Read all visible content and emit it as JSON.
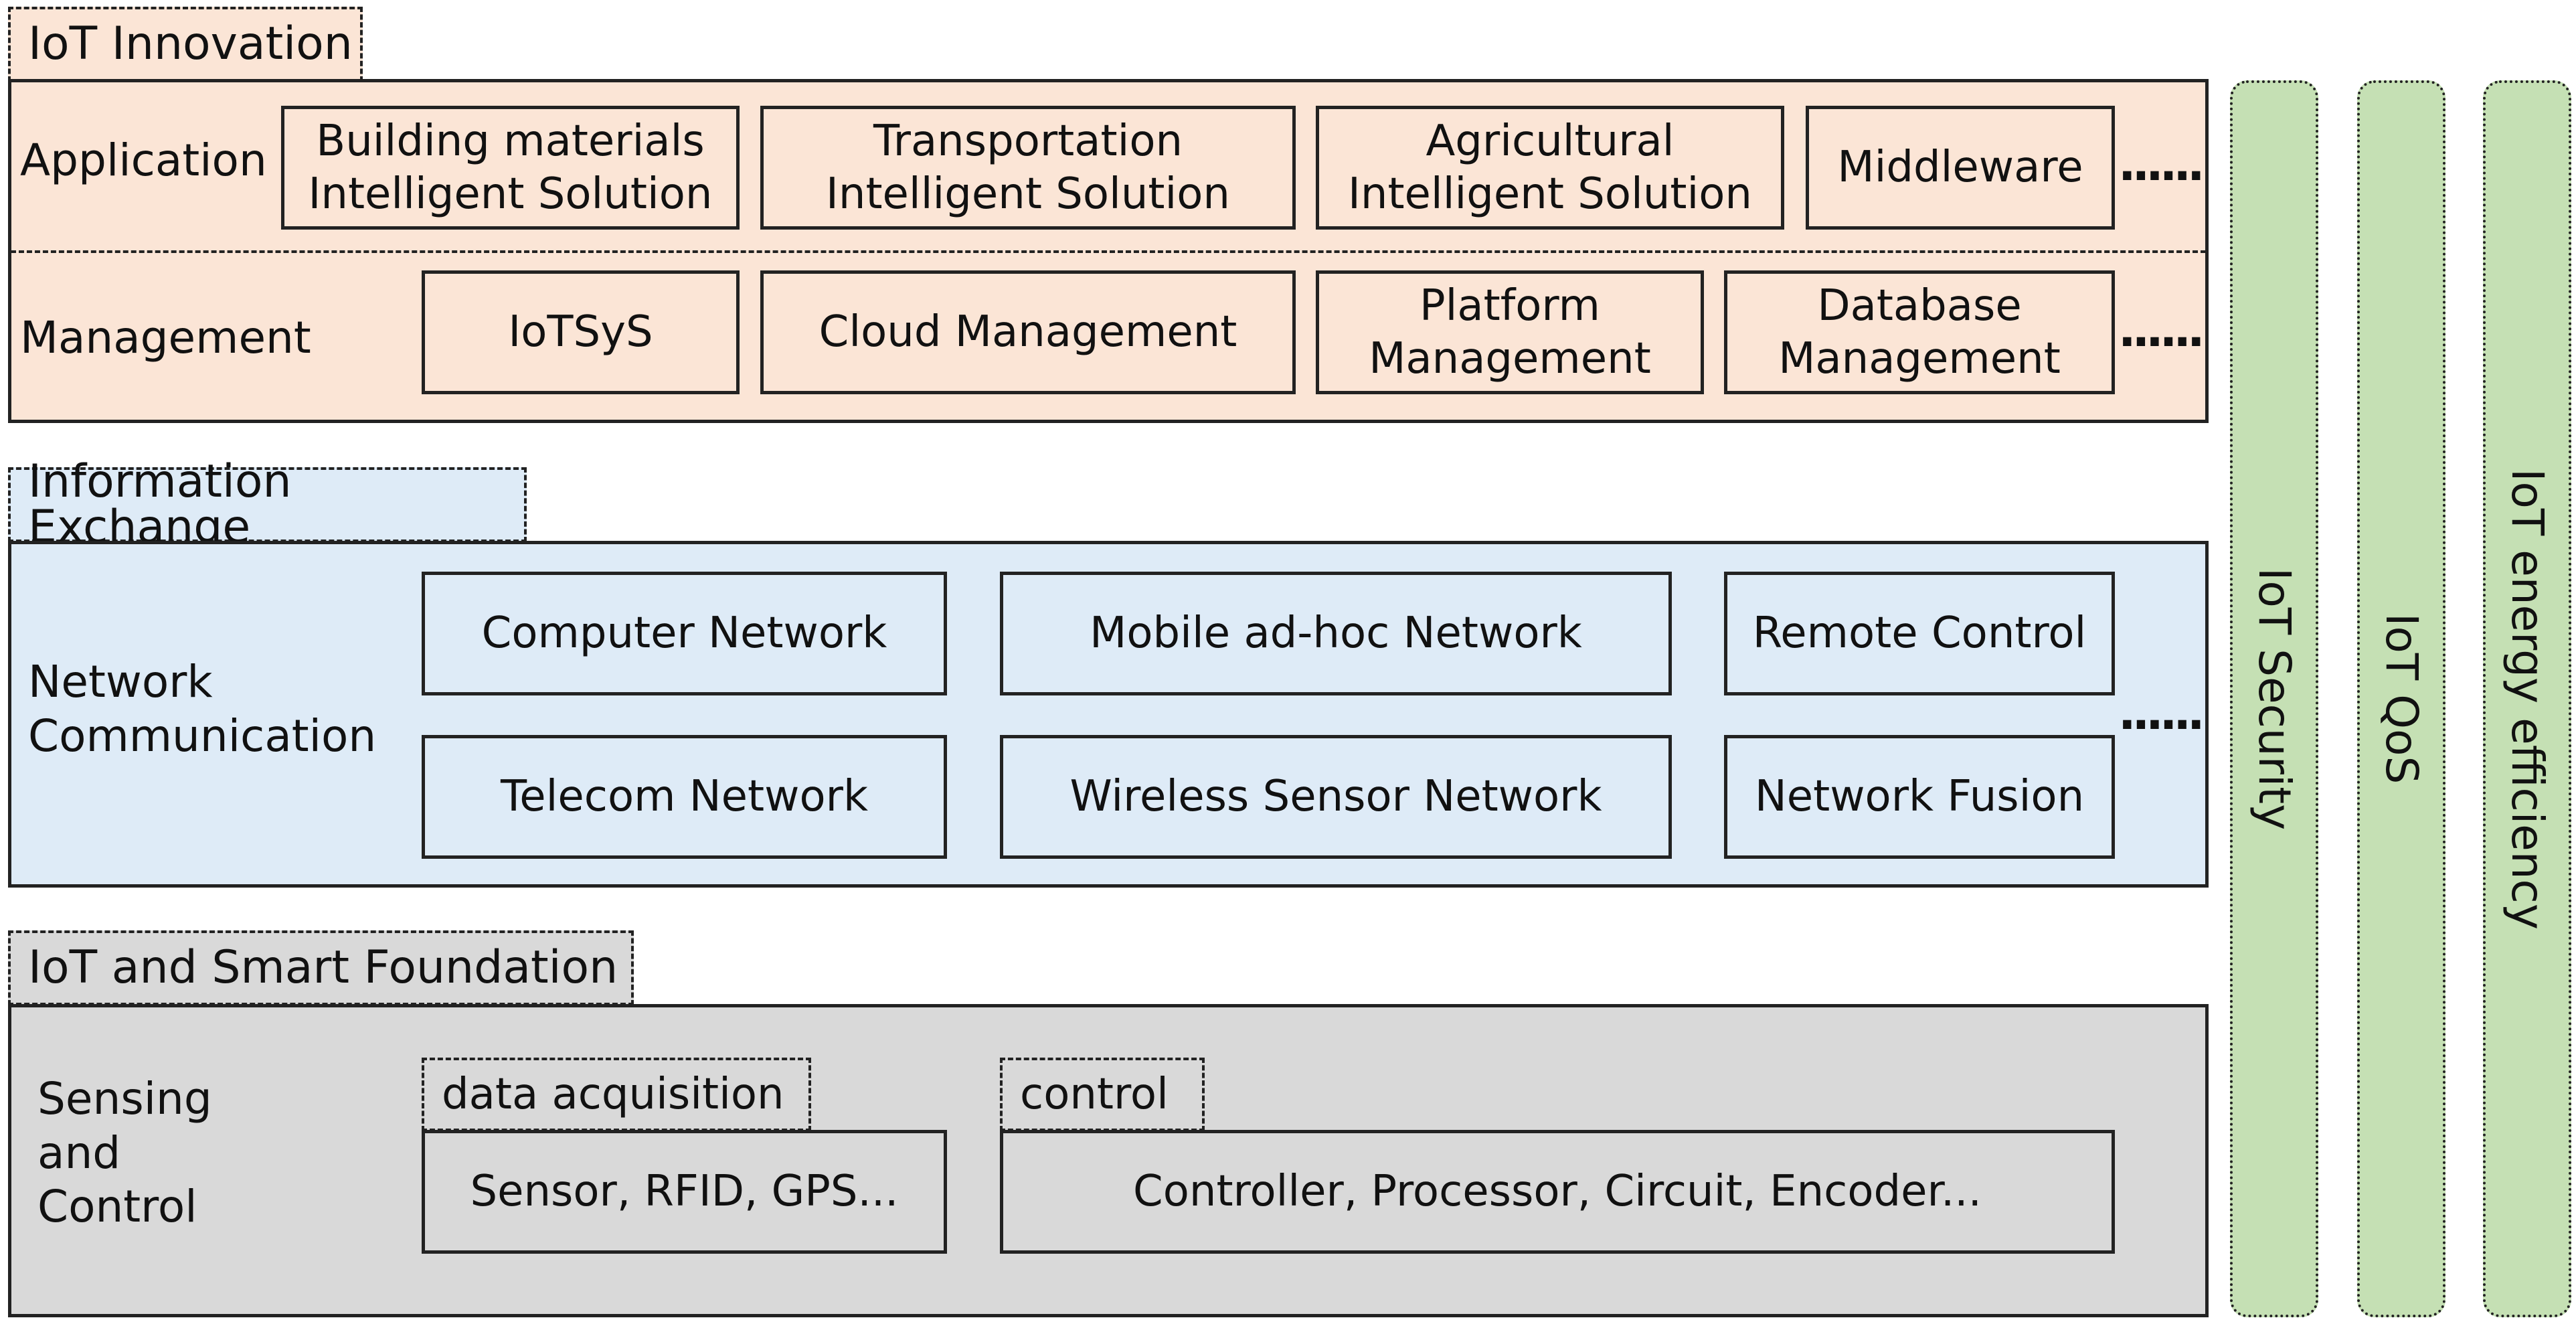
{
  "colors": {
    "innovation_fill": "#fbe5d6",
    "exchange_fill": "#deebf7",
    "foundation_fill": "#d9d9d9",
    "side_bar_fill": "#c5e0b4",
    "border": "#222222"
  },
  "innovation": {
    "tag": "IoT Innovation",
    "application": {
      "label": "Application",
      "boxes": [
        "Building materials\nIntelligent Solution",
        "Transportation\nIntelligent Solution",
        "Agricultural\nIntelligent Solution",
        "Middleware"
      ],
      "more": "......"
    },
    "management": {
      "label": "Management",
      "boxes": [
        "IoTSyS",
        "Cloud Management",
        "Platform\nManagement",
        "Database\nManagement"
      ],
      "more": "......"
    }
  },
  "exchange": {
    "tag": "Information Exchange",
    "label": "Network\nCommunication",
    "boxes": [
      "Computer Network",
      "Mobile ad-hoc Network",
      "Remote Control",
      "Telecom Network",
      "Wireless Sensor Network",
      "Network Fusion"
    ],
    "more": "......"
  },
  "foundation": {
    "tag": "IoT and Smart Foundation",
    "label": "Sensing\nand\nControl",
    "acquisition": {
      "tag": "data acquisition",
      "box": "Sensor, RFID, GPS..."
    },
    "control": {
      "tag": "control",
      "box": "Controller, Processor, Circuit, Encoder..."
    }
  },
  "side_bars": [
    "IoT Security",
    "IoT QoS",
    "IoT energy efficiency"
  ]
}
